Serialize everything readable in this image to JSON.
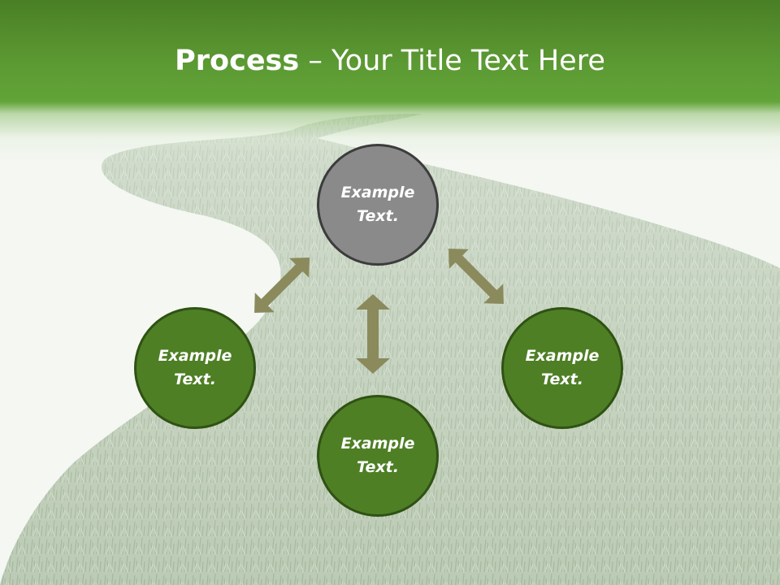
{
  "title": {
    "bold": "Process",
    "rest": " – Your Title Text Here"
  },
  "nodes": {
    "top": {
      "line1": "Example",
      "line2": "Text."
    },
    "left": {
      "line1": "Example",
      "line2": "Text."
    },
    "right": {
      "line1": "Example",
      "line2": "Text."
    },
    "bottom": {
      "line1": "Example",
      "line2": "Text."
    }
  },
  "colors": {
    "header_green": "#5c9a33",
    "node_green": "#4e7f25",
    "node_gray": "#8a8a8a",
    "arrow_olive": "#8a8a5c"
  }
}
